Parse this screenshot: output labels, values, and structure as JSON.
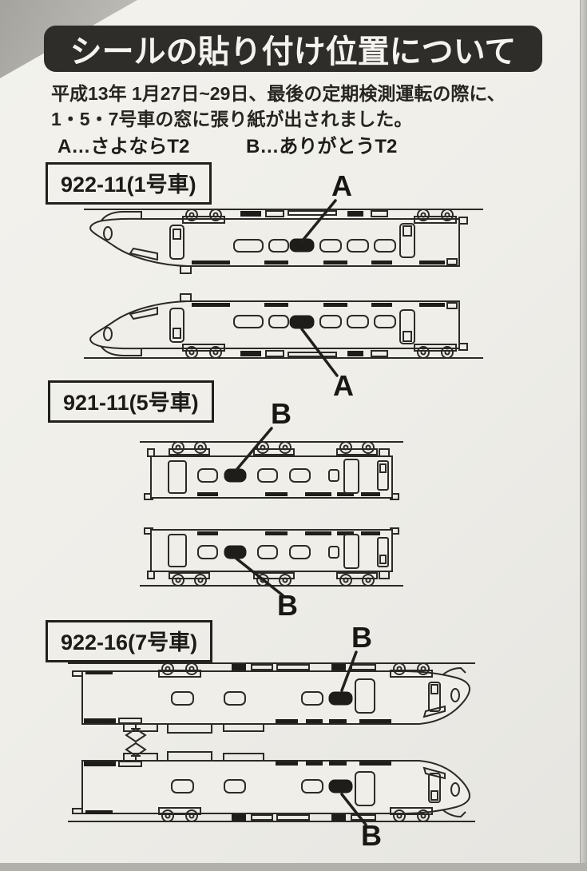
{
  "banner": {
    "title": "シールの貼り付け位置について"
  },
  "intro": {
    "line1": "平成13年 1月27日~29日、最後の定期検測運転の際に、",
    "line2": "1・5・7号車の窓に張り紙が出されました。",
    "legend_a": "A…さよならT2",
    "legend_b": "B…ありがとうT2"
  },
  "sections": [
    {
      "label": "922-11(1号車)",
      "marker_top": "A",
      "marker_bottom": "A"
    },
    {
      "label": "921-11(5号車)",
      "marker_top": "B",
      "marker_bottom": "B"
    },
    {
      "label": "922-16(7号車)",
      "marker_top": "B",
      "marker_bottom": "B"
    }
  ],
  "colors": {
    "paper": "#efeee9",
    "backdrop": "#b2b0ab",
    "banner_bg": "#2e2d29",
    "banner_text": "#f4f3ef",
    "ink": "#2b2a26",
    "sticker_black": "#1e1d1a"
  }
}
